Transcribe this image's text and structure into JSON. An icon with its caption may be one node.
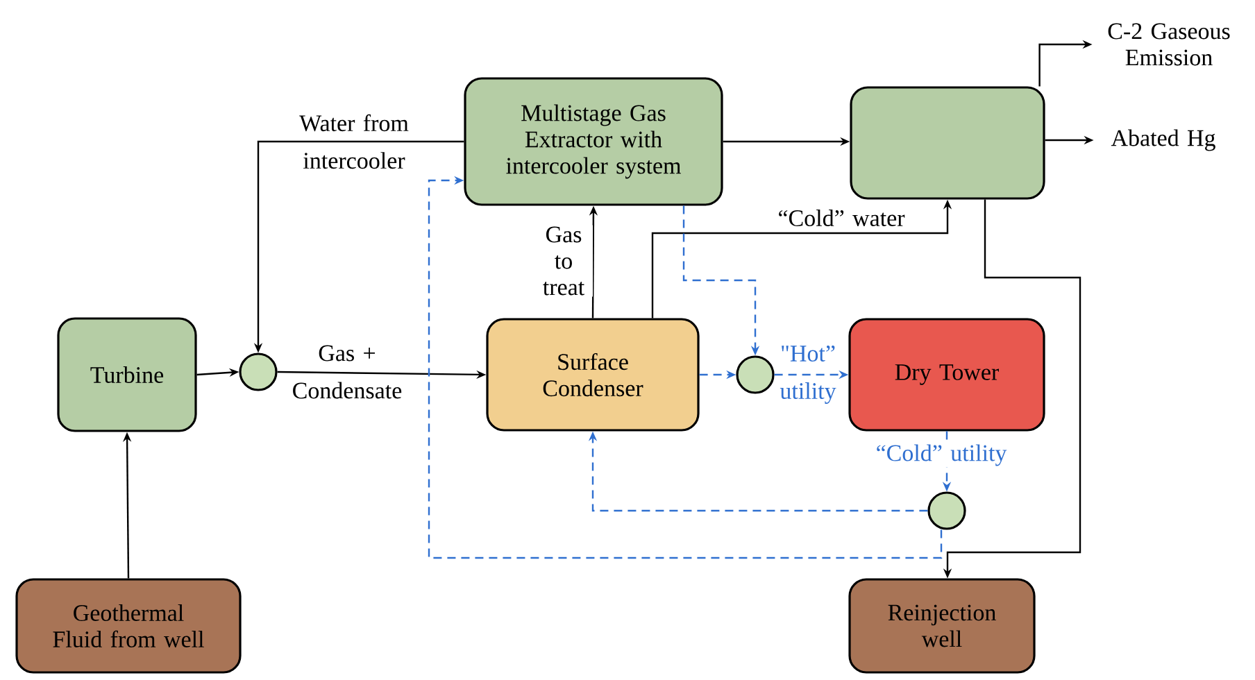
{
  "diagram": {
    "nodes": [
      {
        "text": [
          "Multistage Gas Extractor with intercooler system"
        ]
      },
      {
        "text": [],
        "shape": "box"
      },
      {
        "text": [
          "Turbine"
        ]
      },
      {
        "text": [],
        "shape": "circle"
      },
      {
        "text": [
          "Surface Condenser"
        ]
      },
      {
        "text": [],
        "shape": "circle"
      },
      {
        "text": [
          "Dry Tower"
        ]
      },
      {
        "text": [],
        "shape": "circle"
      },
      {
        "text": [
          "Geothermal Fluid from well"
        ]
      },
      {
        "text": [
          "Reinjection well"
        ]
      },
      {
        "text": [
          "C-2 Gaseous Emission"
        ]
      },
      {
        "text": [
          "Abated Hg"
        ]
      }
    ],
    "edges": [
      {
        "from": 8,
        "to": 2,
        "arrow": "to"
      },
      {
        "from": 2,
        "to": 3,
        "arrow": "to"
      },
      {
        "from": 0,
        "to": 3,
        "arrow": "to",
        "label": "Water from intercooler"
      },
      {
        "from": 3,
        "to": 4,
        "arrow": "to",
        "label": "Gas + Condensate"
      },
      {
        "from": 4,
        "to": 0,
        "arrow": "to",
        "label": "Gas to treat"
      },
      {
        "from": 4,
        "to": 1,
        "arrow": "to",
        "label": "“Cold” water"
      },
      {
        "from": 0,
        "to": 1,
        "arrow": "to"
      },
      {
        "from": 1,
        "to": 10,
        "arrow": "to"
      },
      {
        "from": 1,
        "to": 11,
        "arrow": "to"
      },
      {
        "from": 1,
        "to": 9,
        "arrow": "to"
      },
      {
        "from": 0,
        "to": 5,
        "arrow": "to",
        "style": "dashed",
        "color": "#2f6fd0"
      },
      {
        "from": 4,
        "to": 5,
        "arrow": "to",
        "style": "dashed",
        "color": "#2f6fd0"
      },
      {
        "from": 5,
        "to": 6,
        "arrow": "to",
        "style": "dashed",
        "color": "#2f6fd0",
        "label": "\"Hot” utility"
      },
      {
        "from": 6,
        "to": 7,
        "arrow": "to",
        "style": "dashed",
        "color": "#2f6fd0",
        "label": "“Cold” utility"
      },
      {
        "from": 7,
        "to": 4,
        "arrow": "to",
        "style": "dashed",
        "color": "#2f6fd0"
      },
      {
        "from": 7,
        "to": 0,
        "arrow": "to",
        "style": "dashed",
        "color": "#2f6fd0"
      }
    ]
  }
}
